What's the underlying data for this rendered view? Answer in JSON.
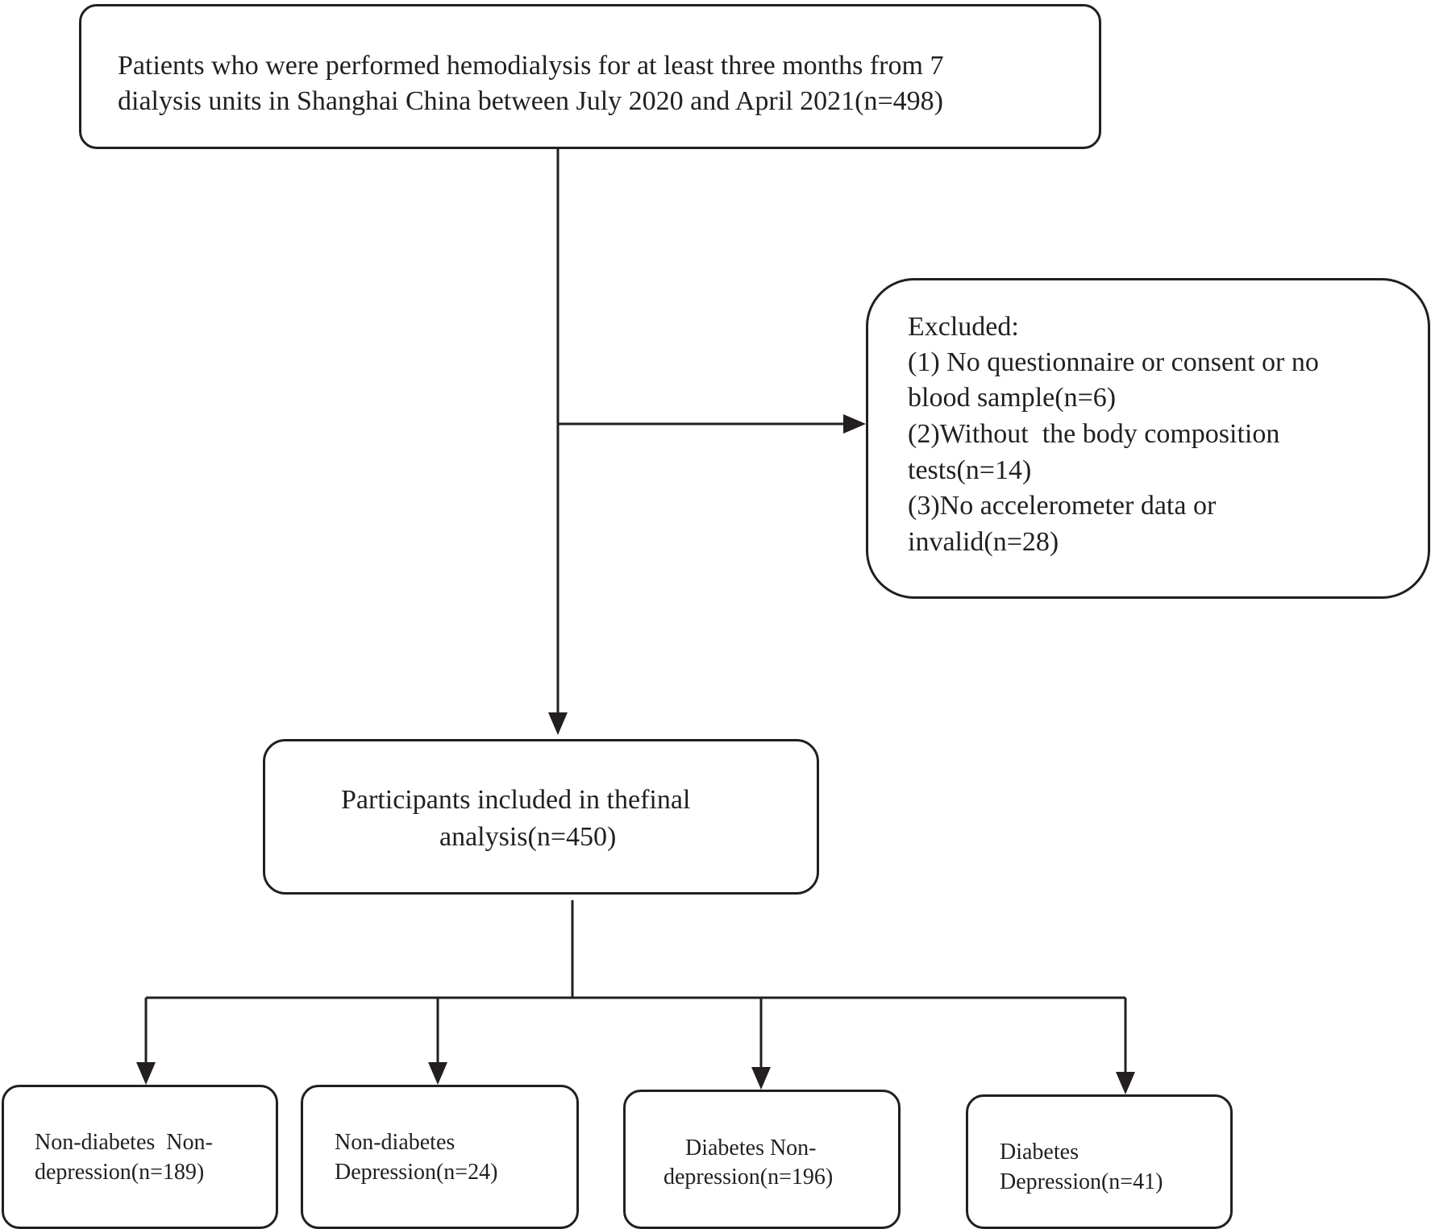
{
  "boxes": {
    "enrolled": {
      "line1": "Patients who were performed hemodialysis for at least three months from 7",
      "line2": "dialysis units in Shanghai China between July 2020 and April 2021(n=498)"
    },
    "excluded": {
      "line1": "Excluded:",
      "line2": "(1) No questionnaire or consent or no",
      "line3": "blood sample(n=6)",
      "line4": "(2)Without  the body composition",
      "line5": "tests(n=14)",
      "line6": "(3)No accelerometer data or",
      "line7": "invalid(n=28)"
    },
    "included": {
      "line1": "Participants included in thefinal",
      "line2": "analysis(n=450)"
    },
    "groups": [
      {
        "line1": "Non-diabetes  Non-",
        "line2": "depression(n=189)"
      },
      {
        "line1": "Non-diabetes",
        "line2": "Depression(n=24)"
      },
      {
        "line1": "Diabetes Non-",
        "line2": "depression(n=196)"
      },
      {
        "line1": "Diabetes",
        "line2": "Depression(n=41)"
      }
    ]
  },
  "colors": {
    "stroke": "#231f20",
    "background": "#ffffff"
  }
}
